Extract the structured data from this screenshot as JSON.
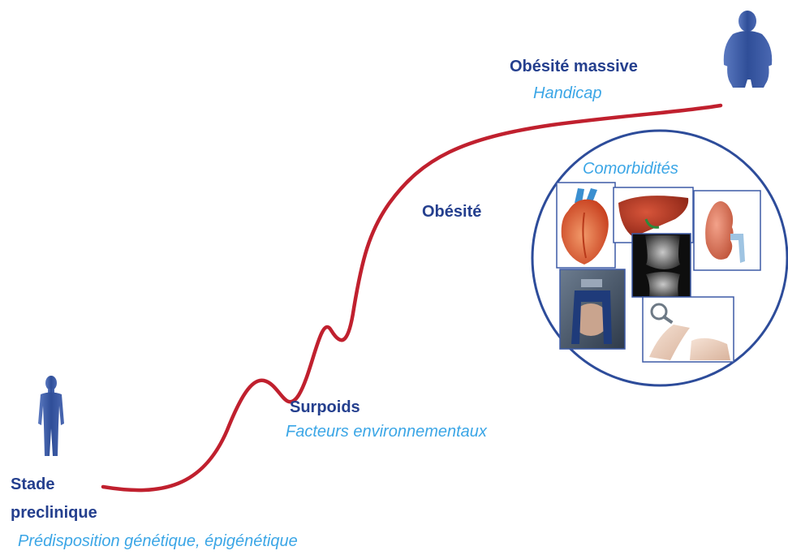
{
  "stages": {
    "preclinical": {
      "title_line1": "Stade",
      "title_line2": "preclinique",
      "subtitle": "Prédisposition génétique, épigénétique"
    },
    "overweight": {
      "title": "Surpoids",
      "subtitle": "Facteurs  environnementaux"
    },
    "obesity": {
      "title": "Obésité"
    },
    "massive": {
      "title": "Obésité massive",
      "subtitle": "Handicap"
    }
  },
  "comorbidities": {
    "title": "Comorbidités",
    "images": [
      "heart",
      "liver",
      "kidney",
      "knee-xray",
      "sleep-apnea-mask",
      "glucose-test"
    ]
  },
  "colors": {
    "curve": "#c0202e",
    "dark_blue": "#243f8e",
    "light_blue": "#3ba6e6",
    "silhouette": "#3b5aa3"
  },
  "icons": {
    "slim_person": "slim-person-icon",
    "obese_person": "obese-person-icon"
  }
}
